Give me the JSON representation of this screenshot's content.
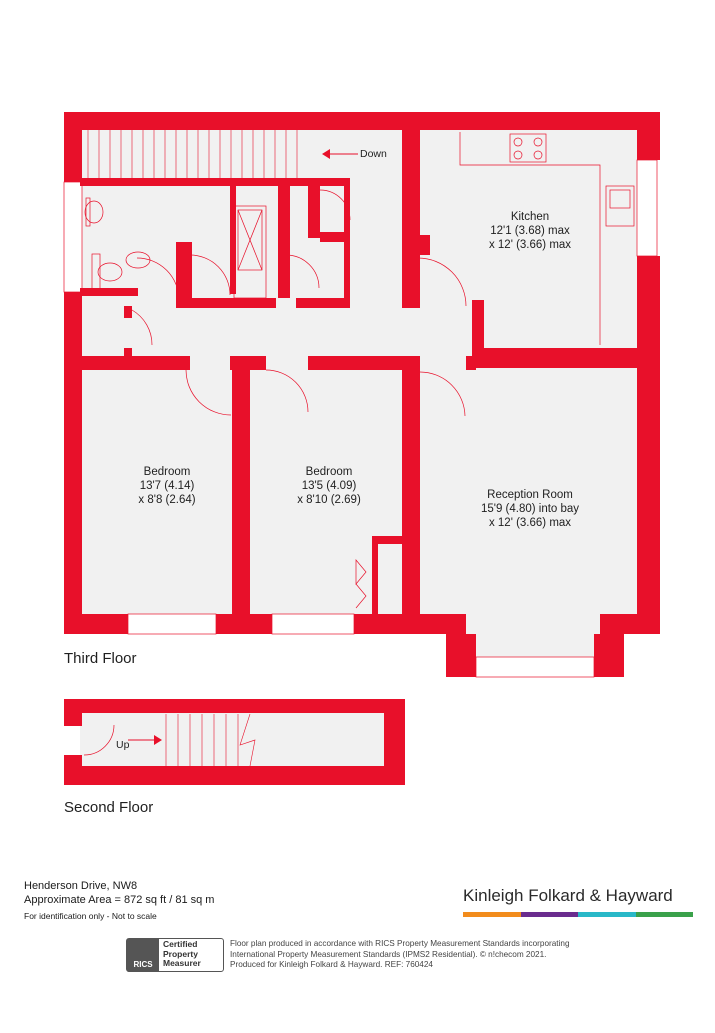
{
  "colors": {
    "wall": "#e8102a",
    "floor": "#f1f1f1",
    "fixture": "#e8102a"
  },
  "rooms": {
    "kitchen": {
      "name": "Kitchen",
      "dim1": "12'1 (3.68) max",
      "dim2": "x 12' (3.66) max"
    },
    "bedroom1": {
      "name": "Bedroom",
      "dim1": "13'7 (4.14)",
      "dim2": "x 8'8 (2.64)"
    },
    "bedroom2": {
      "name": "Bedroom",
      "dim1": "13'5 (4.09)",
      "dim2": "x 8'10 (2.69)"
    },
    "reception": {
      "name": "Reception Room",
      "dim1": "15'9 (4.80) into bay",
      "dim2": "x 12' (3.66) max"
    }
  },
  "stairs": {
    "down_label": "Down",
    "up_label": "Up"
  },
  "floors": {
    "third": "Third Floor",
    "second": "Second Floor"
  },
  "property": {
    "address": "Henderson Drive, NW8",
    "area": "Approximate Area = 872 sq ft / 81 sq m",
    "note": "For identification only - Not to scale"
  },
  "brand": {
    "name": "Kinleigh Folkard & Hayward",
    "bar_colors": [
      "#f28c1c",
      "#6a2c8e",
      "#29b8c8",
      "#3aa14a"
    ]
  },
  "rics": {
    "logo_text": "RICS",
    "line1": "Certified",
    "line2": "Property",
    "line3": "Measurer"
  },
  "disclaimer": {
    "line1": "Floor plan produced in accordance with RICS Property Measurement Standards incorporating",
    "line2": "International Property Measurement Standards (IPMS2 Residential).  © n!checom 2021.",
    "line3": "Produced for Kinleigh Folkard & Hayward.   REF: 760424"
  }
}
